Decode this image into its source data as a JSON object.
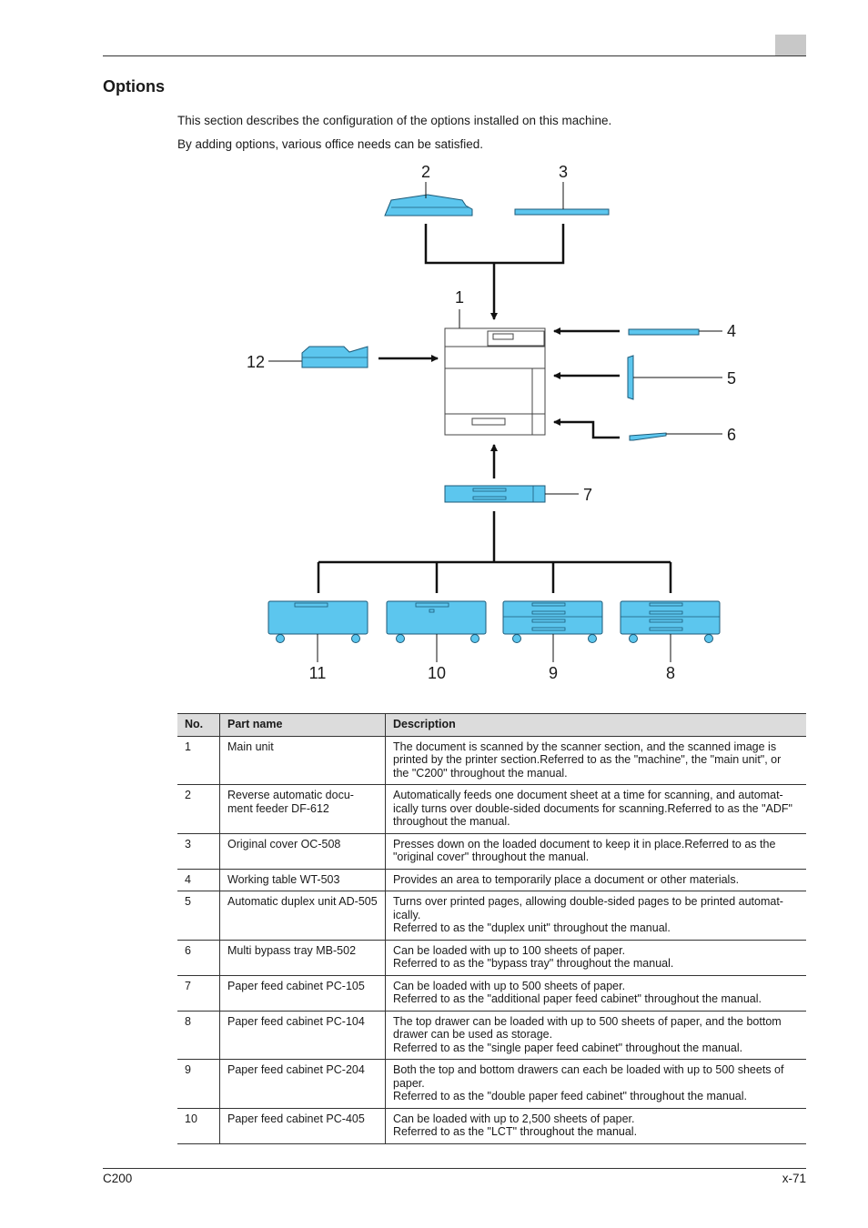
{
  "title": "Options",
  "paragraphs": [
    "This section describes the configuration of the options installed on this machine.",
    "By adding options, various office needs can be satisfied."
  ],
  "diagram": {
    "callouts": [
      "1",
      "2",
      "3",
      "4",
      "5",
      "6",
      "7",
      "8",
      "9",
      "10",
      "11",
      "12"
    ],
    "colors": {
      "option_fill": "#5cc6ee",
      "option_stroke": "#1c5a78",
      "line": "#111111"
    }
  },
  "table": {
    "headers": [
      "No.",
      "Part name",
      "Description"
    ],
    "rows": [
      {
        "no": "1",
        "part": "Main unit",
        "desc": [
          "The document is scanned by the scanner section, and the scanned image is printed by the printer section.Referred to as the \"machine\", the \"main unit\", or the \"C200\" throughout the manual."
        ]
      },
      {
        "no": "2",
        "part": "Reverse automatic docu-ment feeder DF-612",
        "desc": [
          "Automatically feeds one document sheet at a time for scanning, and automat-ically turns over double-sided documents for scanning.Referred to as the \"ADF\" throughout the manual."
        ]
      },
      {
        "no": "3",
        "part": "Original cover OC-508",
        "desc": [
          "Presses down on the loaded document to keep it in place.Referred to as the \"original cover\" throughout the manual."
        ]
      },
      {
        "no": "4",
        "part": "Working table WT-503",
        "desc": [
          "Provides an area to temporarily place a document or other materials."
        ]
      },
      {
        "no": "5",
        "part": "Automatic duplex unit AD-505",
        "desc": [
          "Turns over printed pages, allowing double-sided pages to be printed automat-ically.",
          "Referred to as the \"duplex unit\" throughout the manual."
        ]
      },
      {
        "no": "6",
        "part": "Multi bypass tray MB-502",
        "desc": [
          "Can be loaded with up to 100 sheets of paper.",
          "Referred to as the \"bypass tray\" throughout the manual."
        ]
      },
      {
        "no": "7",
        "part": "Paper feed cabinet PC-105",
        "desc": [
          "Can be loaded with up to 500 sheets of paper.",
          "Referred to as the \"additional paper feed cabinet\" throughout the manual."
        ]
      },
      {
        "no": "8",
        "part": "Paper feed cabinet PC-104",
        "desc": [
          "The top drawer can be loaded with up to 500 sheets of paper, and the bottom drawer can be used as storage.",
          "Referred to as the \"single paper feed cabinet\" throughout the manual."
        ]
      },
      {
        "no": "9",
        "part": "Paper feed cabinet PC-204",
        "desc": [
          "Both the top and bottom drawers can each be loaded with up to 500 sheets of paper.",
          "Referred to as the \"double paper feed cabinet\" throughout the manual."
        ]
      },
      {
        "no": "10",
        "part": "Paper feed cabinet PC-405",
        "desc": [
          "Can be loaded with up to 2,500 sheets of paper.",
          "Referred to as the \"LCT\" throughout the manual."
        ]
      }
    ]
  },
  "footer": {
    "model": "C200",
    "page": "x-71"
  }
}
